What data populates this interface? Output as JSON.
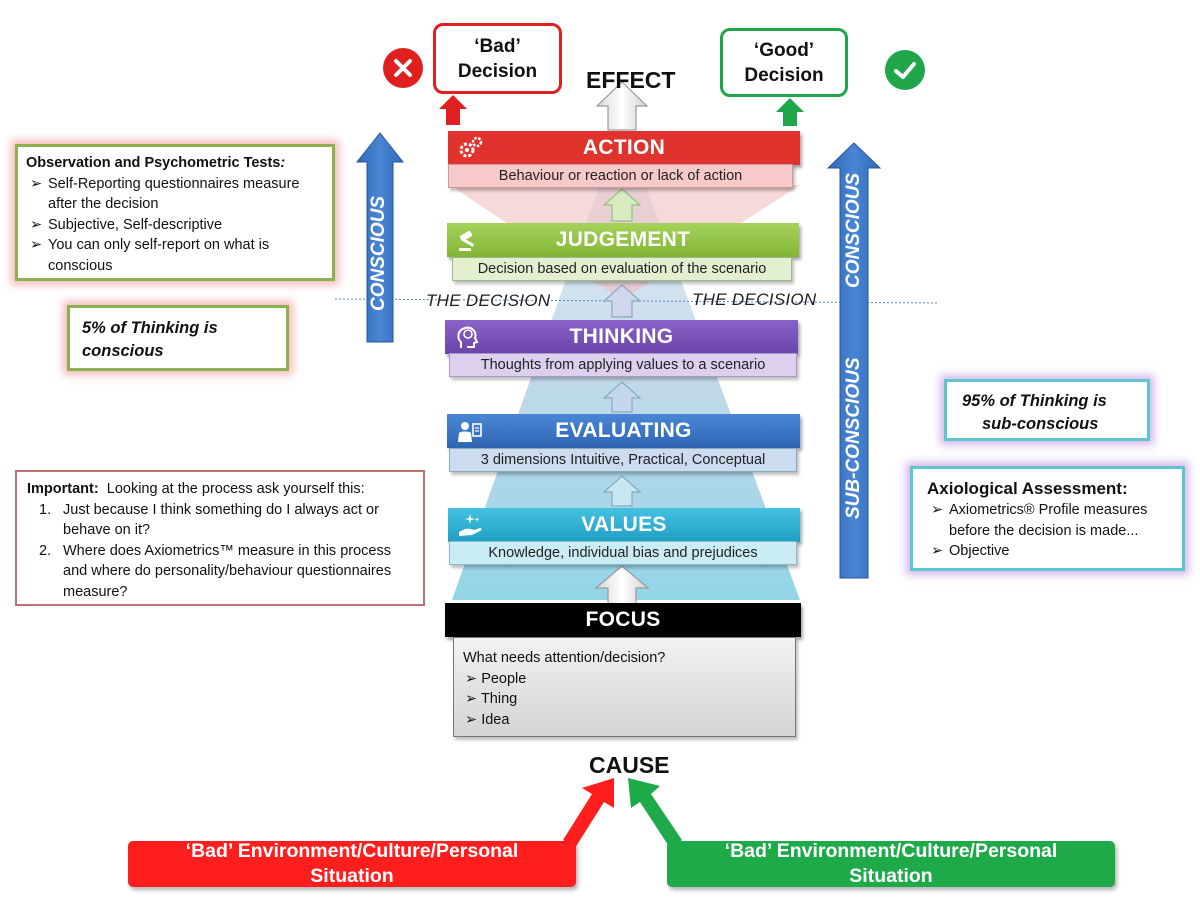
{
  "effect_label": "EFFECT",
  "cause_label": "CAUSE",
  "bad_decision": {
    "line1": "‘Bad’",
    "line2": "Decision",
    "color": "#e02020"
  },
  "good_decision": {
    "line1": "‘Good’",
    "line2": "Decision",
    "color": "#1fa64a"
  },
  "icons": {
    "bad": "cross-circle-icon",
    "good": "check-circle-icon",
    "action": "gears-icon",
    "judgement": "gavel-icon",
    "thinking": "head-thought-icon",
    "evaluating": "person-clipboard-icon",
    "values": "hand-sparkle-icon"
  },
  "stages": {
    "action": {
      "title": "ACTION",
      "subtitle": "Behaviour or reaction or lack of action",
      "color": "#e0332d",
      "sub_color": "#f7c9c9"
    },
    "judgement": {
      "title": "JUDGEMENT",
      "subtitle": "Decision based on evaluation of the scenario",
      "color": "#8fc441",
      "sub_color": "#e3f0cf"
    },
    "thinking": {
      "title": "THINKING",
      "subtitle": "Thoughts from applying values to a scenario",
      "color": "#7a52b8",
      "sub_color": "#ddd0ee"
    },
    "evaluating": {
      "title": "EVALUATING",
      "subtitle": "3 dimensions Intuitive, Practical, Conceptual",
      "color": "#3470c0",
      "sub_color": "#cbdcf1"
    },
    "values": {
      "title": "VALUES",
      "subtitle": "Knowledge, individual bias and prejudices",
      "color": "#2eaed0",
      "sub_color": "#c9ecf5"
    },
    "focus": {
      "title": "FOCUS",
      "question": "What needs attention/decision?",
      "items": [
        "People",
        "Thing",
        "Idea"
      ],
      "color": "#000000"
    }
  },
  "the_decision_left": "THE DECISION",
  "the_decision_right": "THE DECISION",
  "conscious_left": "CONSCIOUS",
  "conscious_right": "CONSCIOUS",
  "subconscious_right": "SUB-CONSCIOUS",
  "observation_box": {
    "title": "Observation and Psychometric Tests",
    "title_suffix": ":",
    "items": [
      "Self-Reporting questionnaires measure after the decision",
      "Subjective, Self-descriptive",
      "You can only self-report on what is conscious"
    ]
  },
  "five_percent_box": {
    "line1": "5% of Thinking is",
    "line2": "conscious"
  },
  "ninety_five_box": {
    "line1": "95% of Thinking is",
    "line2": "sub-conscious"
  },
  "important_box": {
    "title": "Important:",
    "intro": "Looking at the process ask yourself this:",
    "items": [
      "Just because I think something do I always act or behave on it?",
      "Where does Axiometrics™ measure in this process and where  do  personality/behaviour questionnaires measure?"
    ]
  },
  "axiological_box": {
    "title": "Axiological Assessment:",
    "items": [
      "Axiometrics® Profile measures before the decision is made...",
      "Objective"
    ]
  },
  "bad_environment": {
    "line1": "‘Bad’ Environment/Culture/Personal",
    "line2": "Situation",
    "color": "#ff1e1e"
  },
  "good_environment": {
    "line1": "‘Bad’ Environment/Culture/Personal",
    "line2": "Situation",
    "color": "#1faa4a"
  }
}
